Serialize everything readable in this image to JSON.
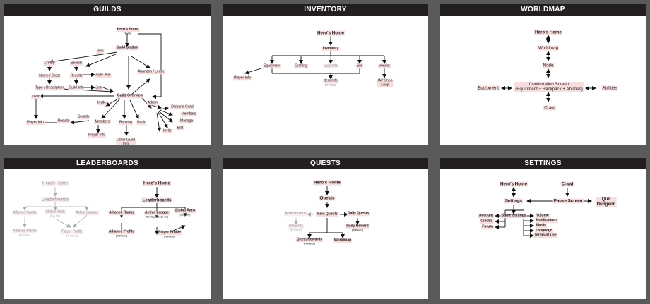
{
  "panels": [
    {
      "id": "guilds",
      "title": "GUILDS",
      "nodes": {
        "heros_home": "Hero's Home",
        "heros_home_sub": "Invite",
        "join_top": "Join",
        "guild_station": "Guild Station",
        "create": "Create",
        "search": "Search",
        "name_crest": "Name / Crest",
        "results": "Results",
        "auto_join": "Auto-Join",
        "abandon_leave": "Abandon / Leave",
        "type_description": "Type / Description",
        "guild_info": "Guild Info",
        "join_mid": "Join",
        "invite_left": "Invite",
        "guild_overview": "Guild Overview",
        "invite_mid": "Invite",
        "admin": "Admin",
        "disband_guild": "Disband Guild",
        "player_info_left": "Player Info",
        "results2": "Results",
        "search2": "Search",
        "members": "Members",
        "ranking": "Ranking",
        "bank": "Bank",
        "members2": "Members",
        "manage": "Manage",
        "edit": "Edit",
        "invite_right": "Invite",
        "player_info_bottom": "Player Info",
        "other_guild_info": "Other Guild\nInfo"
      }
    },
    {
      "id": "inventory",
      "title": "INVENTORY",
      "nodes": {
        "heros_home": "Hero's Home",
        "inventory": "Inventory",
        "player_info": "Player Info",
        "equipment": "Equipment",
        "crafting": "Crafting",
        "upgrade": "Upgrade",
        "sell": "Sell",
        "vendor": "Vendor",
        "item_info": "Item Info",
        "item_info_sub": "(Pi Panes)",
        "iap_shop": "IAP Shop\nLoop"
      }
    },
    {
      "id": "worldmap",
      "title": "WORLDMAP",
      "nodes": {
        "heros_home": "Hero's Home",
        "worldmap": "Worldmap",
        "node": "Node",
        "confirmation": "Confirmation Screen",
        "confirmation_sub": "(Equipment + Backpack + Abilities)",
        "equipment": "Equipment",
        "abilities": "Abilities",
        "crawl": "Crawl"
      }
    },
    {
      "id": "leaderboards",
      "title": "LEADERBOARDS",
      "nodes": {
        "heros_home_old": "Hero's Home",
        "leaderboards_old": "Leaderboards",
        "alliance_ranks_old": "Alliance Ranks",
        "global_rank_old": "Global Rank",
        "global_rank_old_sub": "(Top 100)",
        "active_league_old": "Active League",
        "alliance_profile_old": "Alliance Profile",
        "alliance_profile_old_sub": "(Pi Panes)",
        "player_profile_old": "Player Profile",
        "player_profile_old_sub": "(Pi Panes)",
        "heros_home": "Hero's Home",
        "leaderboards": "Leaderboards",
        "alliance_ranks": "Alliance Ranks",
        "active_league": "Active League",
        "active_league_sub": "(Weekly, Bronze etc)",
        "global_rank": "Global Rank",
        "global_rank_sub": "(Top 100)",
        "alliance_profile": "Alliance Profile",
        "alliance_profile_sub": "(Pi Panes)",
        "player_profile": "Player Profile",
        "player_profile_sub": "(Pi Panes)"
      }
    },
    {
      "id": "quests",
      "title": "QUESTS",
      "nodes": {
        "heros_home": "Hero's Home",
        "quests": "Quests",
        "achievements": "Achievements",
        "main_quests": "Main Quests",
        "daily_quests": "Daily Quests",
        "rewards": "Rewards",
        "rewards_sub": "(Pi Panes)",
        "daily_reward": "Daily Reward",
        "daily_reward_sub": "(Pi Panes)",
        "quest_rewards": "Quest Rewards",
        "quest_rewards_sub": "(Pi Panes)",
        "worldmap": "Worldmap"
      }
    },
    {
      "id": "settings",
      "title": "SETTINGS",
      "nodes": {
        "heros_home": "Hero's Home",
        "crawl": "Crawl",
        "settings": "Settings",
        "pause_screen": "Pause Screen",
        "quit_dungeon": "Quit\nDungeon",
        "account": "Account",
        "credits": "Credits",
        "forum": "Forum",
        "game_settings": "Game Settings",
        "volume": "Volume",
        "notifications": "Notifications",
        "music": "Music",
        "language": "Language",
        "terms_of_use": "Terms of Use"
      }
    }
  ]
}
